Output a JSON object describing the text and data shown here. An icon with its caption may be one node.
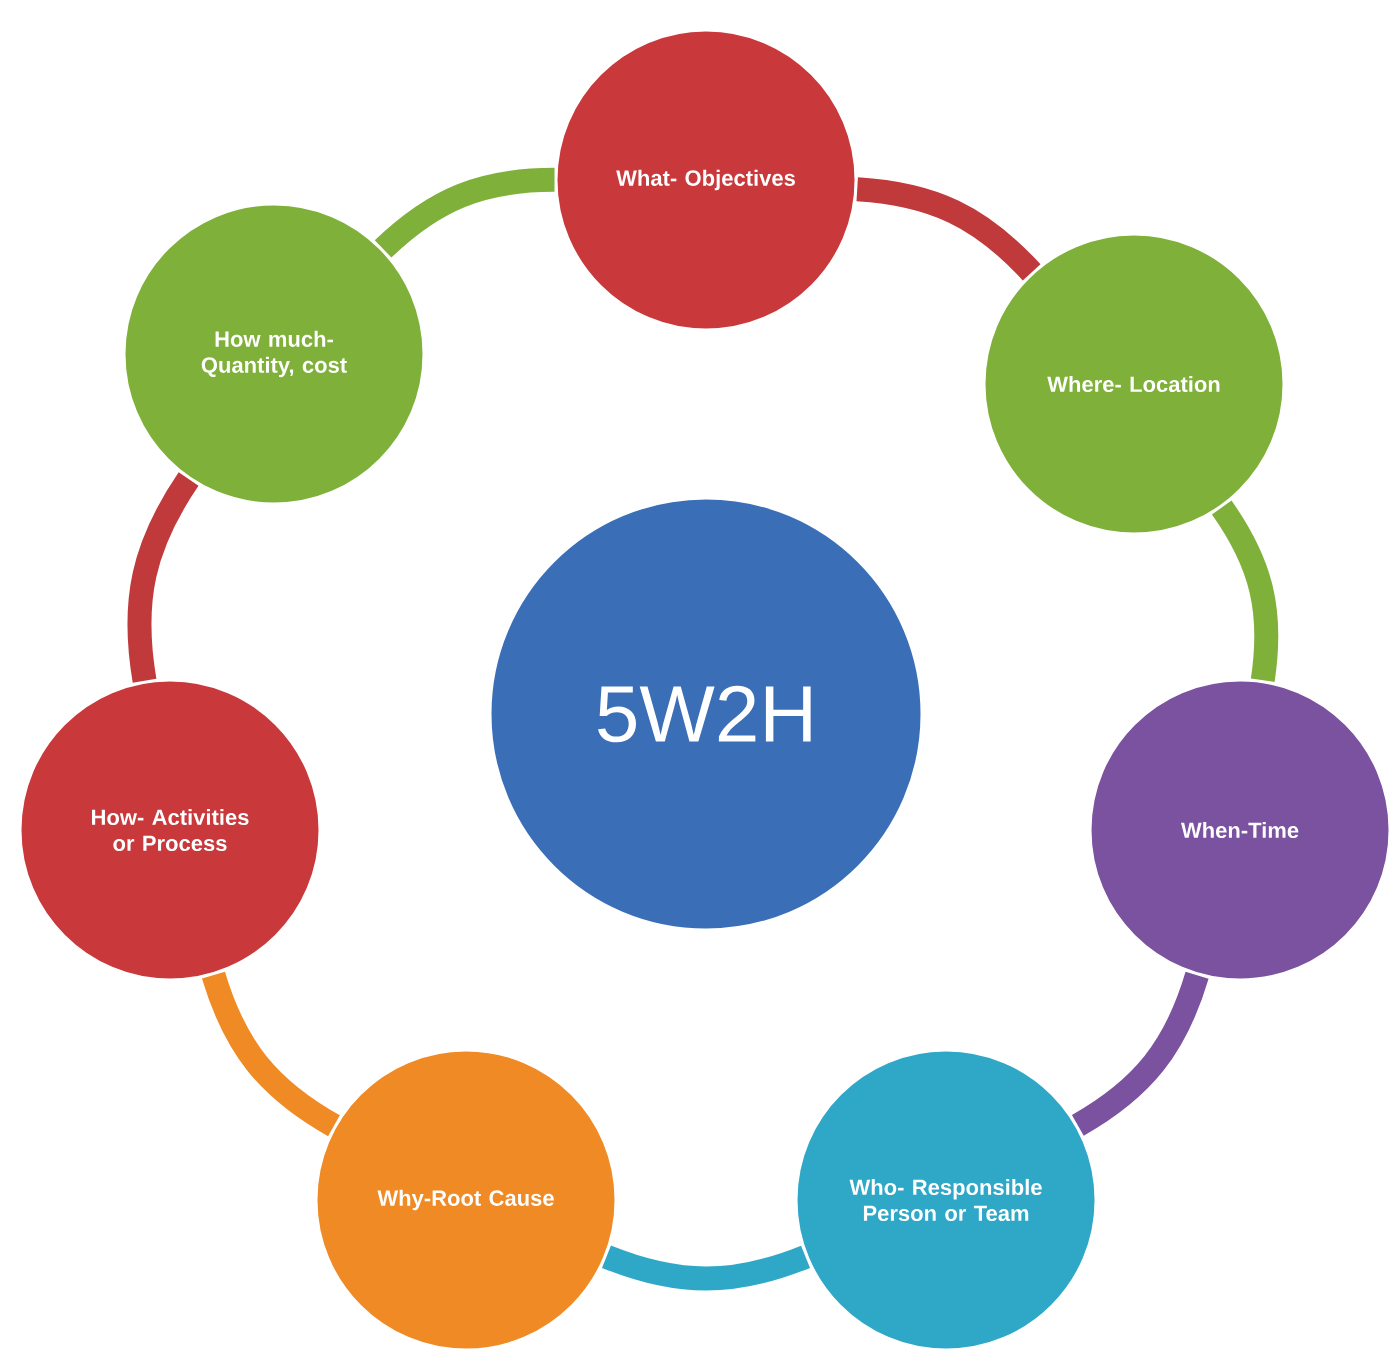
{
  "diagram": {
    "nodes": [
      {
        "text": [
          "5W2H"
        ]
      },
      {
        "text": [
          "What- Objectives"
        ]
      },
      {
        "text": [
          "Where- Location"
        ]
      },
      {
        "text": [
          "When-Time"
        ]
      },
      {
        "text": [
          "Who- Responsible Person or Team"
        ]
      },
      {
        "text": [
          "Why-Root Cause"
        ]
      },
      {
        "text": [
          "How- Activities or Process"
        ]
      },
      {
        "text": [
          "How much- Quantity, cost"
        ]
      }
    ],
    "edges": [
      {
        "from": 1,
        "to": 2,
        "arrow": "none",
        "color": "#c0393b"
      },
      {
        "from": 2,
        "to": 3,
        "arrow": "none",
        "color": "#7fb03a"
      },
      {
        "from": 3,
        "to": 4,
        "arrow": "none",
        "color": "#7b52a0"
      },
      {
        "from": 4,
        "to": 5,
        "arrow": "none",
        "color": "#2fa8c8"
      },
      {
        "from": 5,
        "to": 6,
        "arrow": "none",
        "color": "#f08a24"
      },
      {
        "from": 6,
        "to": 7,
        "arrow": "none",
        "color": "#c0393b"
      },
      {
        "from": 7,
        "to": 1,
        "arrow": "none",
        "color": "#7fb03a"
      }
    ]
  }
}
